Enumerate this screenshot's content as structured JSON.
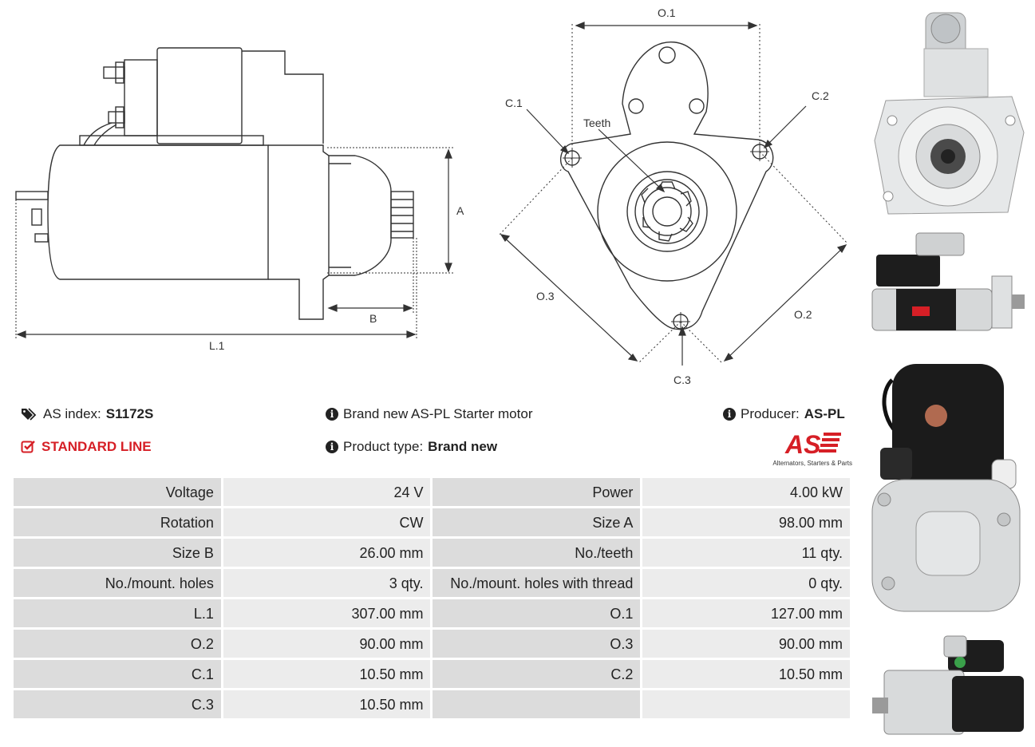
{
  "drawing_side": {
    "labels": {
      "l1": "L.1",
      "a": "A",
      "b": "B"
    }
  },
  "drawing_front": {
    "labels": {
      "o1": "O.1",
      "o2": "O.2",
      "o3": "O.3",
      "c1": "C.1",
      "c2": "C.2",
      "c3": "C.3",
      "teeth": "Teeth"
    }
  },
  "info": {
    "as_index_label": "AS index:",
    "as_index_value": "S1172S",
    "standard_line": "STANDARD LINE",
    "description": "Brand new AS-PL Starter motor",
    "product_type_label": "Product type:",
    "product_type_value": "Brand new",
    "producer_label": "Producer:",
    "producer_value": "AS-PL",
    "logo_text": "AS",
    "logo_tagline": "Alternators, Starters & Parts"
  },
  "specs": [
    {
      "l1": "Voltage",
      "v1": "24 V",
      "l2": "Power",
      "v2": "4.00 kW"
    },
    {
      "l1": "Rotation",
      "v1": "CW",
      "l2": "Size A",
      "v2": "98.00 mm"
    },
    {
      "l1": "Size B",
      "v1": "26.00 mm",
      "l2": "No./teeth",
      "v2": "11 qty."
    },
    {
      "l1": "No./mount. holes",
      "v1": "3 qty.",
      "l2": "No./mount. holes with thread",
      "v2": "0 qty."
    },
    {
      "l1": "L.1",
      "v1": "307.00 mm",
      "l2": "O.1",
      "v2": "127.00 mm"
    },
    {
      "l1": "O.2",
      "v1": "90.00 mm",
      "l2": "O.3",
      "v2": "90.00 mm"
    },
    {
      "l1": "C.1",
      "v1": "10.50 mm",
      "l2": "C.2",
      "v2": "10.50 mm"
    },
    {
      "l1": "C.3",
      "v1": "10.50 mm",
      "l2": "",
      "v2": ""
    }
  ],
  "colors": {
    "accent_red": "#d61f26",
    "label_cell": "#dcdcdc",
    "value_cell": "#ececec"
  }
}
